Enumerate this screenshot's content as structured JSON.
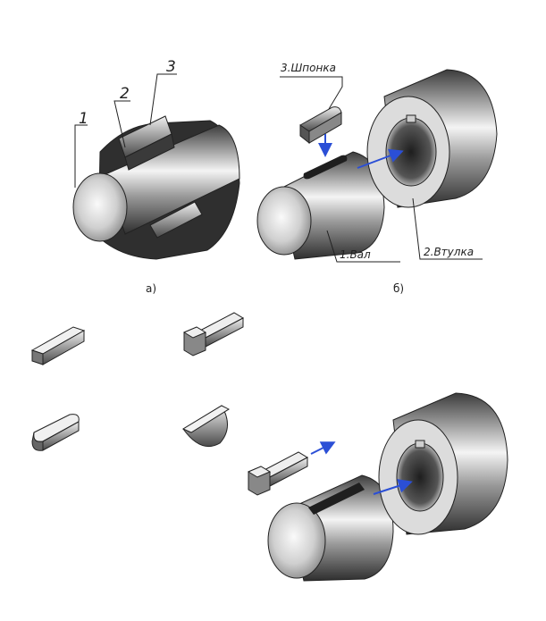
{
  "figure_a": {
    "caption": "a)",
    "callouts": [
      "1",
      "2",
      "3"
    ]
  },
  "figure_b": {
    "caption": "б)",
    "labels": {
      "key": "3.Шпонка",
      "shaft": "1.Вал",
      "bushing": "2.Втулка"
    }
  },
  "colors": {
    "line": "#222222",
    "arrow": "#2b4fd6",
    "metal_dark": "#4a4a4a",
    "metal_light": "#f2f2f2"
  }
}
